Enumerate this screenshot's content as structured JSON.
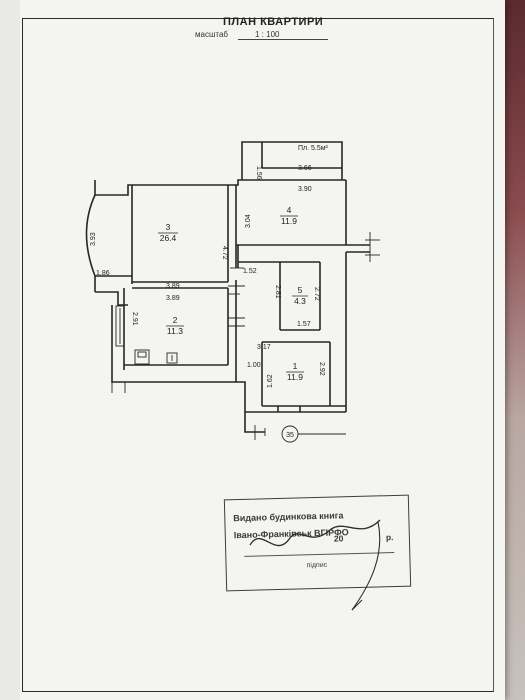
{
  "header": {
    "title": "ПЛАН КВАРТИРИ",
    "scale_label": "масштаб",
    "scale_value": "1 : 100"
  },
  "plan": {
    "rooms": [
      {
        "number": "1",
        "area": "11.9"
      },
      {
        "number": "2",
        "area": "11.3"
      },
      {
        "number": "3",
        "area": "26.4"
      },
      {
        "number": "4",
        "area": "11.9"
      },
      {
        "number": "5",
        "area": "4.3"
      }
    ],
    "balcony_label": "Пл. 5.5м²",
    "dimensions": {
      "room3_left": "3.93",
      "room3_right": "4.72",
      "room3_bottom": "3.89",
      "room2_top": "3.89",
      "bay_width": "1.86",
      "balcony_height": "1.56",
      "room4_top": "3.66",
      "room4_top_inner": "3.90",
      "room4_left": "3.04",
      "hall_width": "1.52",
      "room5_left": "2.81",
      "room5_right": "2.72",
      "room5_bottom": "1.57",
      "room2_left": "2.91",
      "hall_length": "3.17",
      "room1_top": "1.00",
      "room1_right": "2.92",
      "room1_left": "1.62"
    },
    "apartment_number": "35"
  },
  "stamp": {
    "line1": "Видано будинкова книга",
    "line2": "Івано-Франківськ ВГІРФО",
    "date_text": "20",
    "year_suffix": "р.",
    "signature_label": "підпис"
  }
}
